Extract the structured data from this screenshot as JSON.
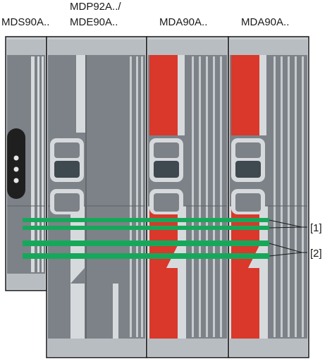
{
  "labels": {
    "mds": "MDS90A..",
    "mdp_line1": "MDP92A../",
    "mdp_line2": "MDE90A..",
    "mda1": "MDA90A..",
    "mda2": "MDA90A..",
    "callout_1": "[1]",
    "callout_2": "[2]"
  },
  "colors": {
    "housing_light": "#c9cdd1",
    "housing_dark": "#8a9096",
    "panel_mid": "#7c8287",
    "accent_red": "#d9382b",
    "busbar_green": "#16a85a",
    "window_dark": "#3f4a50",
    "outline": "#1a1a1a"
  }
}
